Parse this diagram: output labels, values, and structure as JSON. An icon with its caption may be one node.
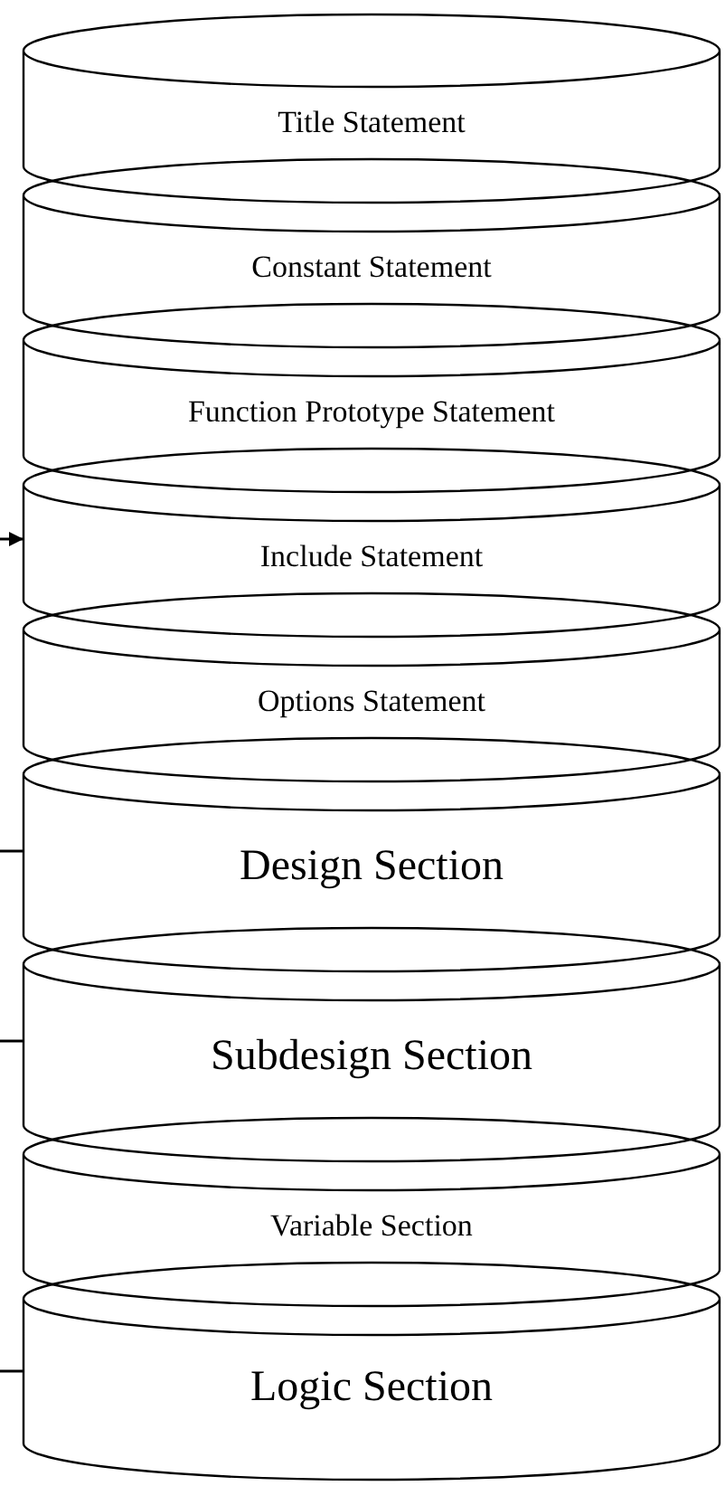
{
  "diagram": {
    "nodes": [
      {
        "text": [
          "Title Statement"
        ]
      },
      {
        "text": [
          "Constant Statement"
        ]
      },
      {
        "text": [
          "Function Prototype Statement"
        ]
      },
      {
        "text": [
          "Include Statement"
        ]
      },
      {
        "text": [
          "Options Statement"
        ]
      },
      {
        "text": [
          "Design Section"
        ]
      },
      {
        "text": [
          "Subdesign Section"
        ]
      },
      {
        "text": [
          "Variable Section"
        ]
      },
      {
        "text": [
          "Logic Section"
        ]
      }
    ],
    "edges": [
      {
        "from": null,
        "to": 3,
        "arrow": "to"
      },
      {
        "from": null,
        "to": 5,
        "arrow": "none"
      },
      {
        "from": null,
        "to": 6,
        "arrow": "none"
      },
      {
        "from": null,
        "to": 8,
        "arrow": "none"
      }
    ]
  }
}
